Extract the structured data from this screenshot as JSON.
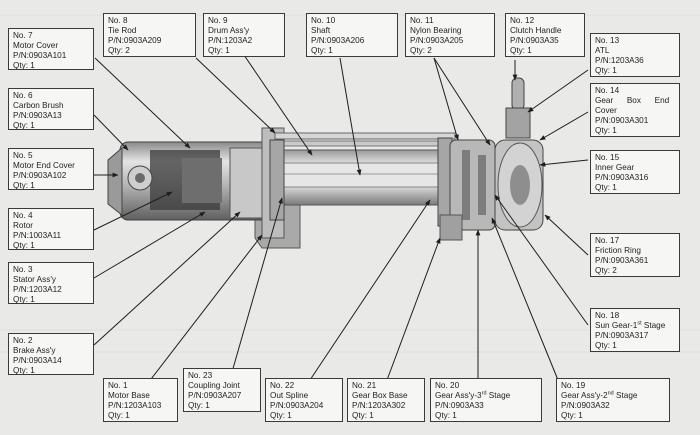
{
  "colors": {
    "background": "#e9e9e7",
    "label_fill": "#f6f6f4",
    "line": "#2a2a2a",
    "metal": "#b9b9b9"
  },
  "parts": [
    {
      "id": "no7",
      "no": "No. 7",
      "name": "Motor Cover",
      "pn": "P/N:0903A101",
      "qty": "Qty: 1"
    },
    {
      "id": "no6",
      "no": "No. 6",
      "name": "Carbon Brush",
      "pn": "P/N:0903A13",
      "qty": "Qty: 1"
    },
    {
      "id": "no5",
      "no": "No. 5",
      "name": "Motor End Cover",
      "pn": "P/N:0903A102",
      "qty": "Qty: 1"
    },
    {
      "id": "no4",
      "no": "No. 4",
      "name": "Rotor",
      "pn": "P/N:1003A11",
      "qty": "Qty: 1"
    },
    {
      "id": "no3",
      "no": "No. 3",
      "name": "Stator Ass'y",
      "pn": "P/N:1203A12",
      "qty": "Qty: 1"
    },
    {
      "id": "no2",
      "no": "No. 2",
      "name": "Brake Ass'y",
      "pn": "P/N:0903A14",
      "qty": "Qty: 1"
    },
    {
      "id": "no8",
      "no": "No. 8",
      "name": "Tie Rod",
      "pn": "P/N:0903A209",
      "qty": "Qty: 2"
    },
    {
      "id": "no9",
      "no": "No. 9",
      "name": "Drum Ass'y",
      "pn": "P/N:1203A2",
      "qty": "Qty: 1"
    },
    {
      "id": "no10",
      "no": "No. 10",
      "name": "Shaft",
      "pn": "P/N:0903A206",
      "qty": "Qty: 1"
    },
    {
      "id": "no11",
      "no": "No. 11",
      "name": "Nylon Bearing",
      "pn": "P/N:0903A205",
      "qty": "Qty: 2"
    },
    {
      "id": "no12",
      "no": "No. 12",
      "name": "Clutch Handle",
      "pn": "P/N:0903A35",
      "qty": "Qty: 1"
    },
    {
      "id": "no13",
      "no": "No. 13",
      "name": "ATL",
      "pn": "P/N:1203A36",
      "qty": "Qty: 1"
    },
    {
      "id": "no14",
      "no": "No. 14",
      "name": "Gear      Box      End",
      "name2": "Cover",
      "pn": "P/N:0903A301",
      "qty": "Qty: 1"
    },
    {
      "id": "no15",
      "no": "No. 15",
      "name": "Inner Gear",
      "pn": "P/N:0903A316",
      "qty": "Qty: 1"
    },
    {
      "id": "no17",
      "no": "No. 17",
      "name": "Friction Ring",
      "pn": "P/N:0903A361",
      "qty": "Qty: 2"
    },
    {
      "id": "no18",
      "no": "No. 18",
      "name": "Sun Gear-1",
      "sup": "st",
      "name_tail": " Stage",
      "pn": "P/N:0903A317",
      "qty": "Qty: 1"
    },
    {
      "id": "no1",
      "no": "No. 1",
      "name": "Motor Base",
      "pn": "P/N:1203A103",
      "qty": "Qty: 1"
    },
    {
      "id": "no23",
      "no": "No. 23",
      "name": "Coupling Joint",
      "pn": "P/N:0903A207",
      "qty": "Qty: 1"
    },
    {
      "id": "no22",
      "no": "No. 22",
      "name": "Out Spline",
      "pn": "P/N:0903A204",
      "qty": "Qty: 1"
    },
    {
      "id": "no21",
      "no": "No. 21",
      "name": "Gear Box Base",
      "pn": "P/N:1203A302",
      "qty": "Qty: 1"
    },
    {
      "id": "no20",
      "no": "No. 20",
      "name": "Gear Ass'y-3",
      "sup": "rd",
      "name_tail": " Stage",
      "pn": "P/N:0903A33",
      "qty": "Qty: 1"
    },
    {
      "id": "no19",
      "no": "No. 19",
      "name": "Gear Ass'y-2",
      "sup": "nd",
      "name_tail": " Stage",
      "pn": "P/N:0903A32",
      "qty": "Qty: 1"
    }
  ]
}
